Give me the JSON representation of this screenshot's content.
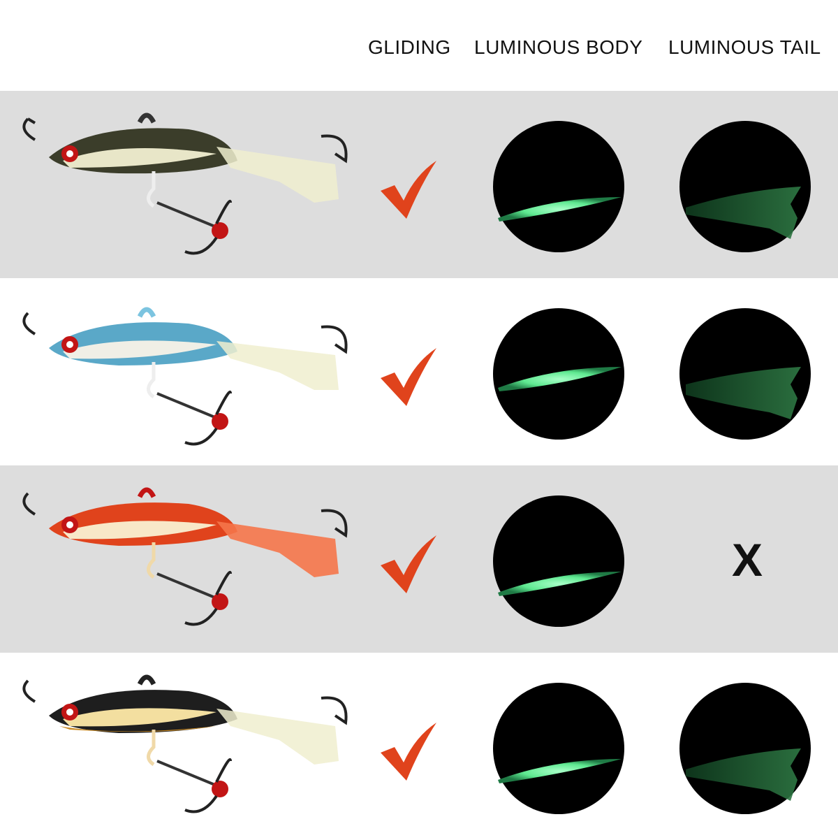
{
  "header": {
    "gliding": "GLIDING",
    "luminous_body": "LUMINOUS BODY",
    "luminous_tail": "LUMINOUS TAIL"
  },
  "colors": {
    "check": "#e0431c",
    "glow": "#6ff0a0",
    "shaded_row": "#dddddd"
  },
  "rows": [
    {
      "name": "black-hexagon-lure",
      "gliding": true,
      "luminous_body": true,
      "luminous_tail": true
    },
    {
      "name": "blue-hexagon-lure",
      "gliding": true,
      "luminous_body": true,
      "luminous_tail": true
    },
    {
      "name": "orange-red-lure",
      "gliding": true,
      "luminous_body": true,
      "luminous_tail": false,
      "no_tail_mark": "X"
    },
    {
      "name": "black-gold-lure",
      "gliding": true,
      "luminous_body": true,
      "luminous_tail": true
    }
  ]
}
